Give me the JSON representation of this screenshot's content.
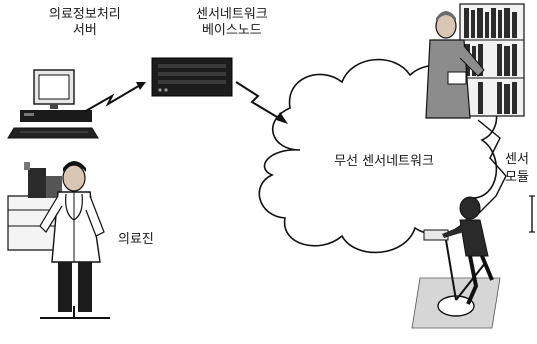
{
  "labels": {
    "server_line1": "의료정보처리",
    "server_line2": "서버",
    "basenode_line1": "센서네트워크",
    "basenode_line2": "베이스노드",
    "wireless_network": "무선 센서네트워크",
    "doctor": "의료진",
    "sensor_line1": "센서",
    "sensor_line2": "모듈"
  },
  "icons": {
    "server": "computer-icon",
    "base_node": "network-device-icon",
    "cloud": "cloud-icon",
    "doctor": "doctor-figure",
    "patient_top": "person-reading-figure",
    "patient_bottom": "person-exercise-bike-figure",
    "wireless": "lightning-link-icon"
  }
}
